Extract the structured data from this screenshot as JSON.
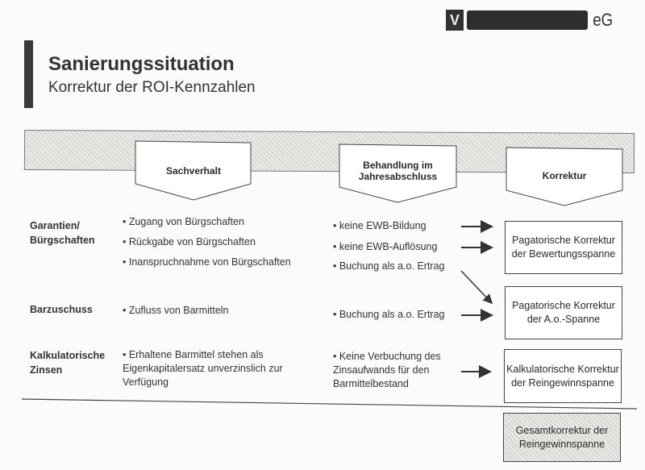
{
  "logo": {
    "suffix": "eG"
  },
  "header": {
    "title": "Sanierungssituation",
    "subtitle": "Korrektur der ROI-Kennzahlen"
  },
  "columns": [
    "Sachverhalt",
    "Behandlung im Jahresabschluss",
    "Korrektur"
  ],
  "rows": [
    {
      "label": "Garantien/ Bürgschaften",
      "facts": [
        "• Zugang von Bürgschaften",
        "• Rückgabe von Bürgschaften",
        "• Inanspruchnahme von Bürgschaften"
      ],
      "treatment": [
        "• keine EWB-Bildung",
        "• keine EWB-Auflösung",
        "• Buchung als a.o. Ertrag"
      ]
    },
    {
      "label": "Barzuschuss",
      "facts": [
        "• Zufluss von Barmitteln"
      ],
      "treatment": [
        "• Buchung als a.o. Ertrag"
      ]
    },
    {
      "label": "Kalkulatorische Zinsen",
      "facts": [
        "• Erhaltene Barmittel stehen als Eigenkapitalersatz unverzinslich zur Verfügung"
      ],
      "treatment": [
        "• Keine Verbuchung des Zinsaufwands für den Barmittelbestand"
      ]
    }
  ],
  "corrections": [
    "Pagatorische Korrektur der Bewertungsspanne",
    "Pagatorische Korrektur der A.o.-Spanne",
    "Kalkulatorische Korrektur der Reingewinnspanne"
  ],
  "total": "Gesamtkorrektur der Reingewinnspanne"
}
